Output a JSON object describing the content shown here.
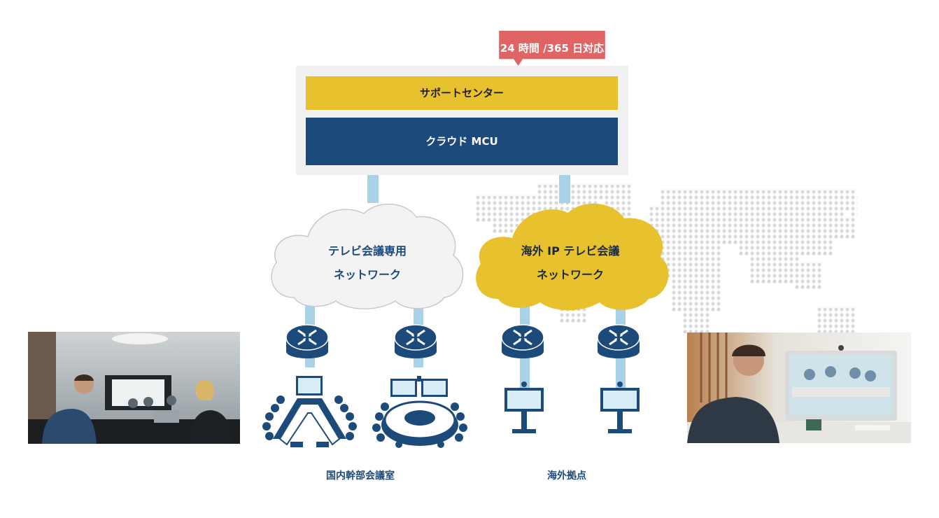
{
  "callout": {
    "text": "24 時間 /365 日対応",
    "color": "#e06464"
  },
  "support_center": {
    "label": "サポートセンター",
    "color": "#e8c12e"
  },
  "cloud_mcu": {
    "label": "クラウド MCU",
    "color": "#1c4a7a"
  },
  "domestic_network": {
    "line1": "テレビ会議専用",
    "line2": "ネットワーク"
  },
  "overseas_network": {
    "line1": "海外 IP テレビ会議",
    "line2": "ネットワーク",
    "color": "#e8c12e"
  },
  "captions": {
    "domestic": "国内幹部会議室",
    "overseas": "海外拠点"
  },
  "icons": {
    "router": "router-icon",
    "conference_room_u": "conference-room-u-icon",
    "conference_room_round": "conference-room-round-icon",
    "display_stand": "display-stand-icon"
  },
  "colors": {
    "navy": "#1c4a7a",
    "pipe": "#a9d1e8",
    "map_dot": "#d9d9d9"
  }
}
